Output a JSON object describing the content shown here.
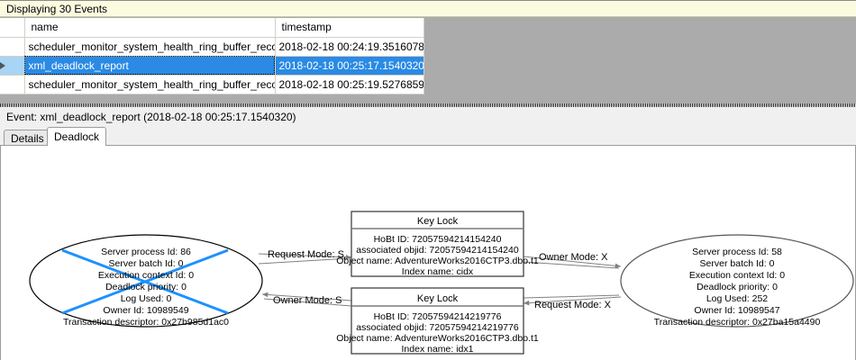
{
  "grid": {
    "caption": "Displaying 30 Events",
    "columns": [
      "",
      "name",
      "timestamp"
    ],
    "rows": [
      {
        "selected": false,
        "marker": "",
        "name": "scheduler_monitor_system_health_ring_buffer_recorded",
        "timestamp": "2018-02-18 00:24:19.3516078"
      },
      {
        "selected": true,
        "marker": "row-arrow",
        "name": "xml_deadlock_report",
        "timestamp": "2018-02-18 00:25:17.1540320"
      },
      {
        "selected": false,
        "marker": "",
        "name": "scheduler_monitor_system_health_ring_buffer_recorded",
        "timestamp": "2018-02-18 00:25:19.5276859"
      }
    ]
  },
  "event": {
    "header": "Event: xml_deadlock_report (2018-02-18 00:25:17.1540320)",
    "tabs": [
      {
        "label": "Details",
        "active": false
      },
      {
        "label": "Deadlock",
        "active": true
      }
    ]
  },
  "colors": {
    "selection_blue": "#2a8ae4",
    "victim_cross_blue": "#1e90ff",
    "caption_bg": "#fbfbe0",
    "grid_empty_gray": "#ababab",
    "node_stroke": "#000000",
    "edge_stroke": "#808080"
  },
  "graph": {
    "victim_process": {
      "shape": "ellipse",
      "is_victim": true,
      "lines": [
        "Server process Id: 86",
        "Server batch Id: 0",
        "Execution context Id: 0",
        "Deadlock priority: 0",
        "Log Used: 0",
        "Owner Id: 10989549",
        "Transaction descriptor: 0x27b985d1ac0"
      ]
    },
    "surviving_process": {
      "shape": "ellipse",
      "is_victim": false,
      "lines": [
        "Server process Id: 58",
        "Server batch Id: 0",
        "Execution context Id: 0",
        "Deadlock priority: 0",
        "Log Used: 252",
        "Owner Id: 10989547",
        "Transaction descriptor: 0x27ba15a4490"
      ]
    },
    "resource_top": {
      "title": "Key Lock",
      "lines": [
        "HoBt ID: 72057594214154240",
        "associated objid: 72057594214154240",
        "Object name: AdventureWorks2016CTP3.dbo.t1",
        "Index name: cidx"
      ]
    },
    "resource_bottom": {
      "title": "Key Lock",
      "lines": [
        "HoBt ID: 72057594214219776",
        "associated objid: 72057594214219776",
        "Object name: AdventureWorks2016CTP3.dbo.t1",
        "Index name: idx1"
      ]
    },
    "edges": [
      {
        "id": "left-request-top",
        "label": "Request Mode: S"
      },
      {
        "id": "bottom-owner-left",
        "label": "Owner Mode: S"
      },
      {
        "id": "top-owner-right",
        "label": "Owner Mode: X"
      },
      {
        "id": "right-request-bottom",
        "label": "Request Mode: X"
      }
    ]
  }
}
